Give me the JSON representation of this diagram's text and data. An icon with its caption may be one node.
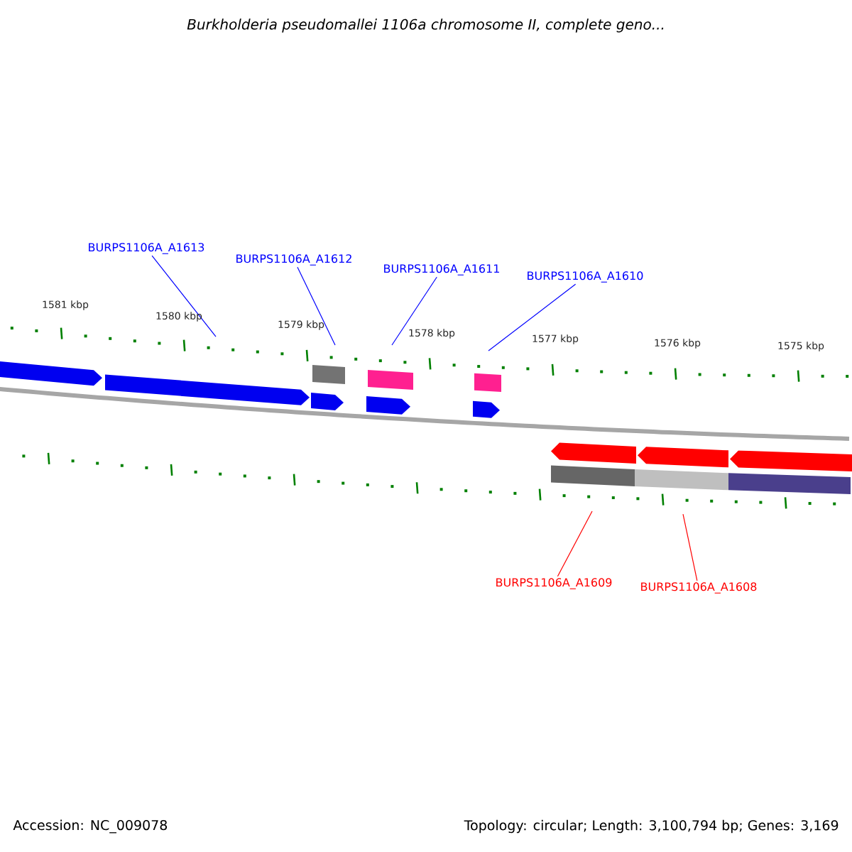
{
  "diagram": {
    "title": "Burkholderia pseudomallei 1106a chromosome II, complete geno...",
    "nodes": [
      {
        "text": [
          "BURPS1106A_A1613"
        ]
      },
      {
        "text": [
          "BURPS1106A_A1612"
        ]
      },
      {
        "text": [
          "BURPS1106A_A1611"
        ]
      },
      {
        "text": [
          "BURPS1106A_A1610"
        ]
      },
      {
        "text": [
          "BURPS1106A_A1609"
        ]
      },
      {
        "text": [
          "BURPS1106A_A1608"
        ]
      }
    ],
    "edges": [
      {
        "from": 0,
        "to": null,
        "arrow": "none"
      },
      {
        "from": 1,
        "to": null,
        "arrow": "none"
      },
      {
        "from": 2,
        "to": null,
        "arrow": "none"
      },
      {
        "from": 3,
        "to": null,
        "arrow": "none"
      },
      {
        "from": 4,
        "to": null,
        "arrow": "none",
        "color": "#ff0000"
      },
      {
        "from": 5,
        "to": null,
        "arrow": "none",
        "color": "#ff0000"
      }
    ],
    "labels": [
      "1581 kbp",
      "1580 kbp",
      "1579 kbp",
      "1578 kbp",
      "1577 kbp",
      "1576 kbp",
      "1575 kbp",
      "Accession: NC_009078",
      "Topology: circular; Length: 3,100,794 bp; Genes: 3,169"
    ]
  }
}
